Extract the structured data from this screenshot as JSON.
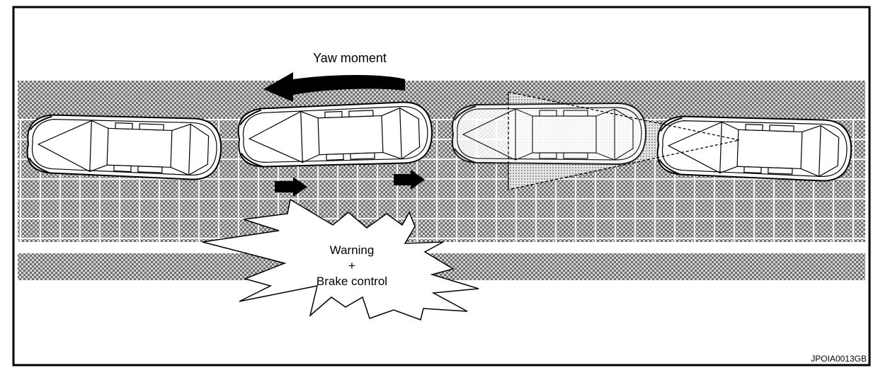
{
  "diagram": {
    "yaw_label": "Yaw moment",
    "warning_lines": [
      "Warning",
      "+",
      "Brake control"
    ],
    "figure_code": "JPOIA0013GB"
  },
  "colors": {
    "ink": "#000000",
    "road_dark": "#7a7a7a",
    "road_light": "#cfcfcf",
    "detection_zone": "#bdbdbd",
    "background": "#ffffff"
  },
  "icons": {
    "yaw_arrow": "curved-left-arrow-icon",
    "wheel_push": "right-arrow-icon",
    "burst": "starburst-shape"
  }
}
